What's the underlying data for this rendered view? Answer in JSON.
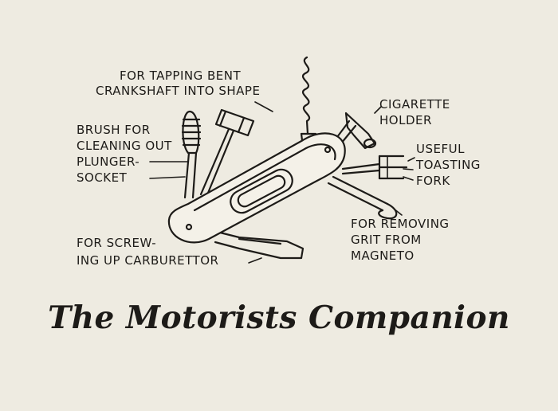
{
  "labels": {
    "tapping_line1": "FOR TAPPING BENT",
    "tapping_line2": "CRANKSHAFT INTO SHAPE",
    "brush_line1": "BRUSH FOR",
    "brush_line2": "CLEANING OUT",
    "brush_line3": "PLUNGER-",
    "brush_line4": "SOCKET",
    "cigarette_line1": "CIGARETTE",
    "cigarette_line2": "HOLDER",
    "fork_line1": "USEFUL",
    "fork_line2": "TOASTING",
    "fork_line3": "FORK",
    "grit_line1": "FOR REMOVING",
    "grit_line2": "GRIT FROM",
    "grit_line3": "MAGNETO",
    "screw_line1": "FOR SCREW-",
    "screw_line2": "ING UP CARBURETTOR"
  },
  "caption": "The Motorists Companion",
  "colors": {
    "paper": "#eeebe1",
    "ink": "#1d1b18"
  }
}
